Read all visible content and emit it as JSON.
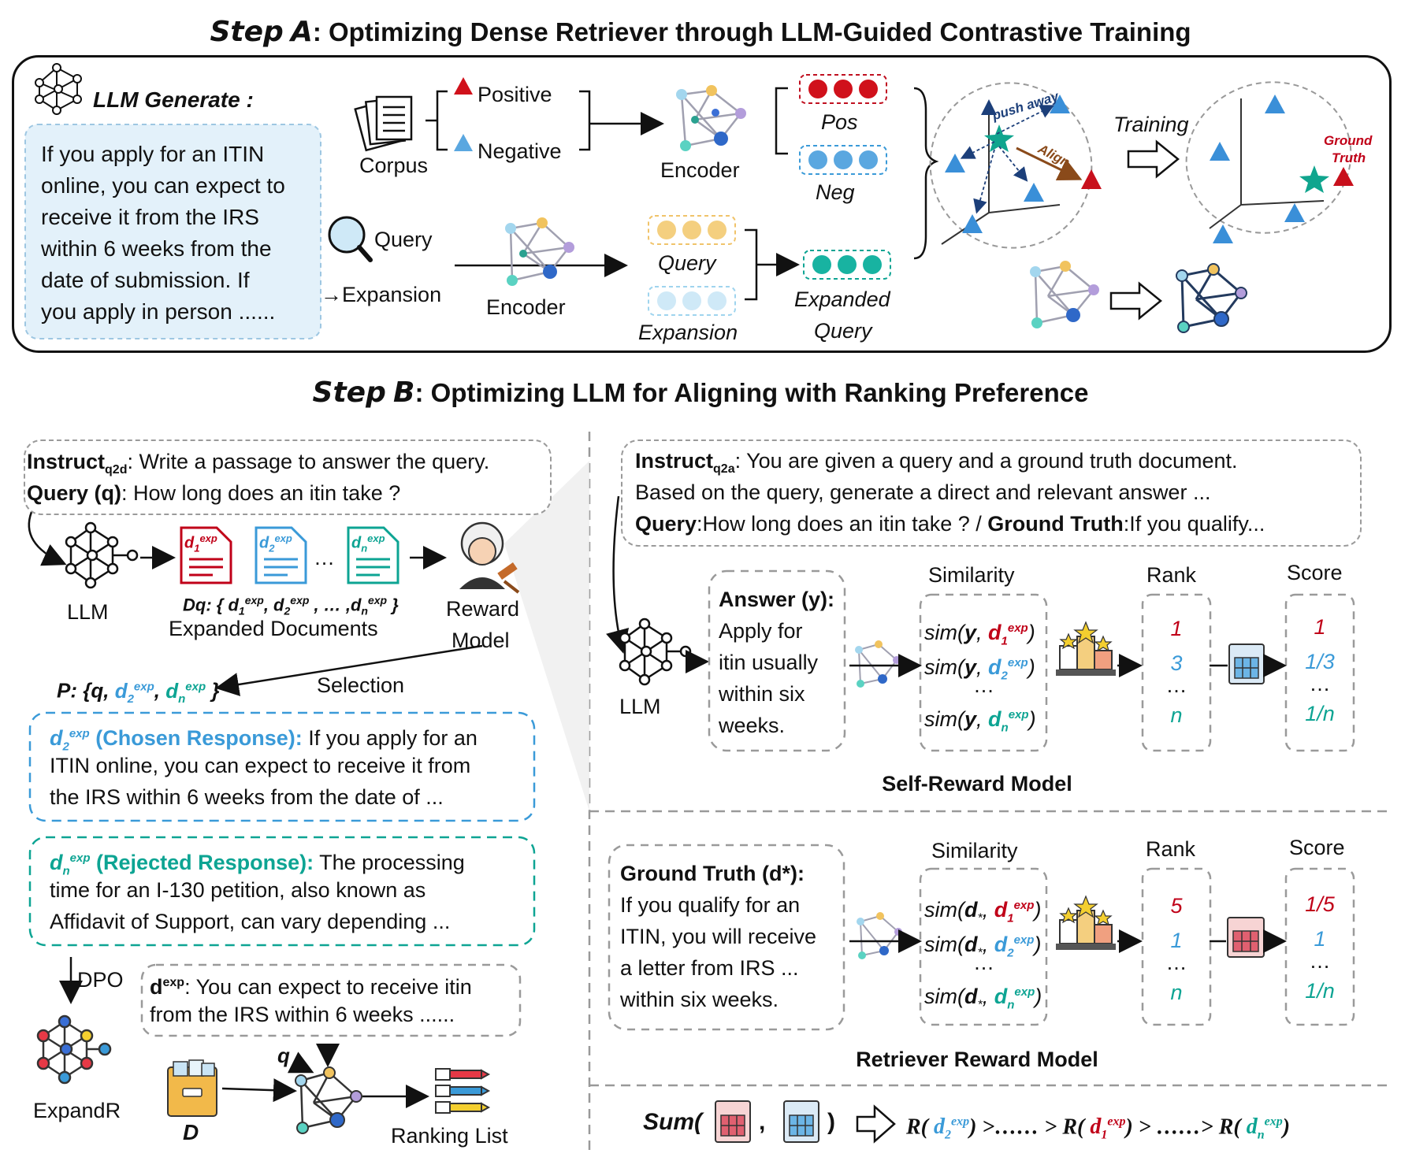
{
  "step_a": {
    "title_step": "Step",
    "title_letter": "A",
    "title_rest": ": Optimizing Dense Retriever through LLM-Guided Contrastive Training",
    "llm_generate": "LLM Generate :",
    "generated_text": [
      "If you apply for an ITIN",
      "online, you can expect to",
      "receive it from the IRS",
      "within 6 weeks from the",
      "date of submission.  If",
      "you apply in person ......"
    ],
    "corpus": "Corpus",
    "positive": "Positive",
    "negative": "Negative",
    "encoder_top": "Encoder",
    "pos": "Pos",
    "neg": "Neg",
    "query": "Query",
    "expansion": "→Expansion",
    "encoder_bottom": "Encoder",
    "query_emb": "Query",
    "expansion_emb": "Expansion",
    "expanded_query_1": "Expanded",
    "expanded_query_2": "Query",
    "push_away": "push away",
    "align": "Align",
    "training": "Training",
    "ground": "Ground",
    "truth": "Truth"
  },
  "step_b": {
    "title_step": "Step",
    "title_letter": "B",
    "title_rest": ": Optimizing LLM for Aligning with Ranking Preference",
    "instruct_q2d_label": "Instruct",
    "instruct_q2d_sub": "q2d",
    "instruct_q2d_text": ": Write a passage to answer the query.",
    "query_q_label": "Query (q)",
    "query_q_text": ": How long does an itin take ?",
    "llm": "LLM",
    "dq_label": "Dq: {",
    "expanded_documents": "Expanded Documents",
    "reward": "Reward",
    "model": "Model",
    "selection": "Selection",
    "p_label": "P: {q,",
    "chosen_label": "(Chosen Response):",
    "chosen_text_1": " If you apply for an",
    "chosen_text_2": "ITIN online, you can expect to receive it from",
    "chosen_text_3": "the IRS within 6 weeks from the date of  ...",
    "rejected_label": "(Rejected Response):",
    "rejected_text_1": " The processing",
    "rejected_text_2": "time for an I-130 petition, also known as",
    "rejected_text_3": "Affidavit of Support, can vary depending ...",
    "dpo": "DPO",
    "dexp_label": "d",
    "dexp_text_1": ": You can expect to receive itin",
    "dexp_text_2": "from the IRS within 6 weeks ......",
    "expandr": "ExpandR",
    "d_label": "D",
    "q_label": "q",
    "ranking_list": "Ranking List",
    "instruct_q2a_label": "Instruct",
    "instruct_q2a_sub": "q2a",
    "instruct_q2a_text": ": You are given a query and a ground truth document.",
    "instruct_q2a_line2": "Based on the query, generate a direct and relevant answer ...",
    "query_label": "Query",
    "query_text": ":How long does an itin take ?  /  ",
    "gt_label": "Ground Truth",
    "gt_text": ":If you qualify...",
    "answer_label": "Answer (y):",
    "answer_text": [
      "Apply for",
      "itin usually",
      "within six",
      "weeks."
    ],
    "similarity": "Similarity",
    "rank": "Rank",
    "score": "Score",
    "self_ranks": [
      "1",
      "3",
      "…",
      "n"
    ],
    "self_scores": [
      "1",
      "1/3",
      "…",
      "1/n"
    ],
    "self_reward_model": "Self-Reward Model",
    "gt_box_label": "Ground Truth (d*):",
    "gt_box_text": [
      "If you qualify for an",
      "ITIN, you will receive",
      "a letter from IRS ...",
      "within six weeks."
    ],
    "retr_ranks": [
      "5",
      "1",
      "…",
      "n"
    ],
    "retr_scores": [
      "1/5",
      "1",
      "…",
      "1/n"
    ],
    "retriever_reward_model": "Retriever Reward Model",
    "sum": "Sum(",
    "score_icon": "SCORE",
    "dots": "…"
  },
  "colors": {
    "red": "#c00018",
    "blue": "#3a9ad8",
    "teal": "#0da493",
    "light_blue_box": "#e3f1fa"
  }
}
